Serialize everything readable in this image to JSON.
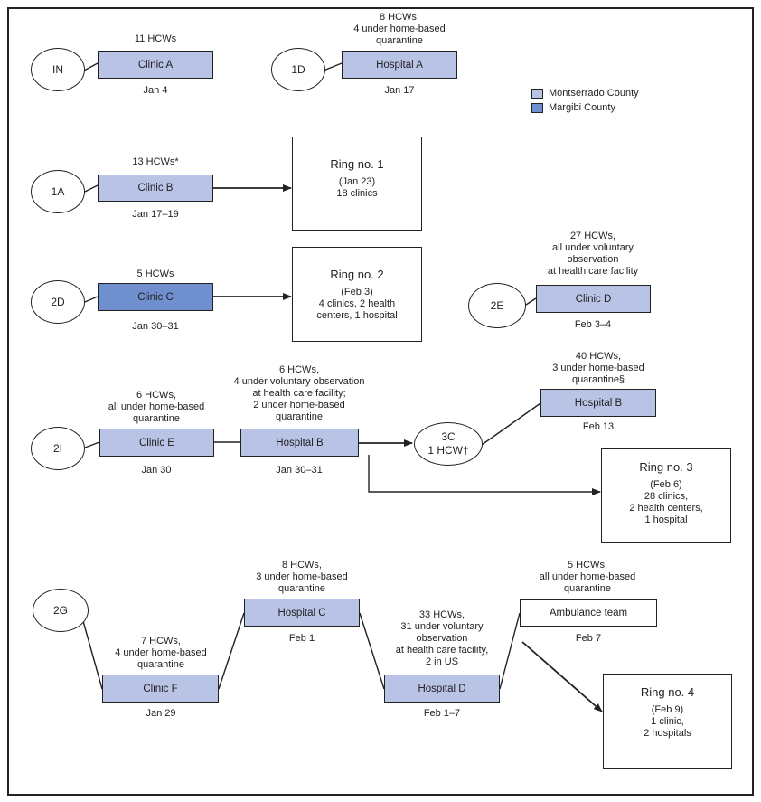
{
  "legend": {
    "montserrado": {
      "label": "Montserrado County",
      "color": "#b9c3e6"
    },
    "margibi": {
      "label": "Margibi County",
      "color": "#6f8fcf"
    }
  },
  "nodes": {
    "in": {
      "circle": "IN",
      "box": "Clinic A",
      "above": [
        "11 HCWs"
      ],
      "date": "Jan 4"
    },
    "d1": {
      "circle": "1D",
      "box": "Hospital A",
      "above": [
        "8 HCWs,",
        "4 under home-based",
        "quarantine"
      ],
      "date": "Jan 17"
    },
    "a1": {
      "circle": "1A",
      "box": "Clinic B",
      "above": [
        "13 HCWs*"
      ],
      "date": "Jan 17–19"
    },
    "d2": {
      "circle": "2D",
      "box": "Clinic C",
      "above": [
        "5 HCWs"
      ],
      "date": "Jan 30–31"
    },
    "e2": {
      "circle": "2E",
      "box": "Clinic D",
      "above": [
        "27 HCWs,",
        "all under voluntary",
        "observation",
        "at health care facility"
      ],
      "date": "Feb 3–4"
    },
    "i2": {
      "circle": "2I",
      "box": "Clinic E",
      "above": [
        "6 HCWs,",
        "all under home-based",
        "quarantine"
      ],
      "date": "Jan 30"
    },
    "i2b": {
      "box": "Hospital B",
      "above": [
        "6 HCWs,",
        "4 under voluntary observation",
        "at health care facility;",
        "2 under home-based",
        "quarantine"
      ],
      "date": "Jan 30–31"
    },
    "c3": {
      "circle_lines": [
        "3C",
        "1 HCW†"
      ]
    },
    "c3b": {
      "box": "Hospital B",
      "above": [
        "40 HCWs,",
        "3 under home-based",
        "quarantine§"
      ],
      "date": "Feb 13"
    },
    "g2": {
      "circle": "2G"
    },
    "clinicf": {
      "box": "Clinic F",
      "above": [
        "7 HCWs,",
        "4 under home-based",
        "quarantine"
      ],
      "date": "Jan 29"
    },
    "hospc": {
      "box": "Hospital C",
      "above": [
        "8 HCWs,",
        "3 under home-based",
        "quarantine"
      ],
      "date": "Feb 1"
    },
    "hospd": {
      "box": "Hospital D",
      "above": [
        "33 HCWs,",
        "31 under voluntary",
        "observation",
        "at health care facility,",
        "2 in US"
      ],
      "date": "Feb 1–7"
    },
    "amb": {
      "box": "Ambulance team",
      "above": [
        "5 HCWs,",
        "all under home-based",
        "quarantine"
      ],
      "date": "Feb 7"
    }
  },
  "rings": [
    {
      "title": "Ring no. 1",
      "lines": [
        "(Jan 23)",
        "18 clinics"
      ]
    },
    {
      "title": "Ring no. 2",
      "lines": [
        "(Feb 3)",
        "4 clinics, 2 health",
        "centers, 1 hospital"
      ]
    },
    {
      "title": "Ring no. 3",
      "lines": [
        "(Feb 6)",
        "28 clinics,",
        "2 health centers,",
        "1 hospital"
      ]
    },
    {
      "title": "Ring no. 4",
      "lines": [
        "(Feb 9)",
        "1 clinic,",
        "2 hospitals"
      ]
    }
  ]
}
